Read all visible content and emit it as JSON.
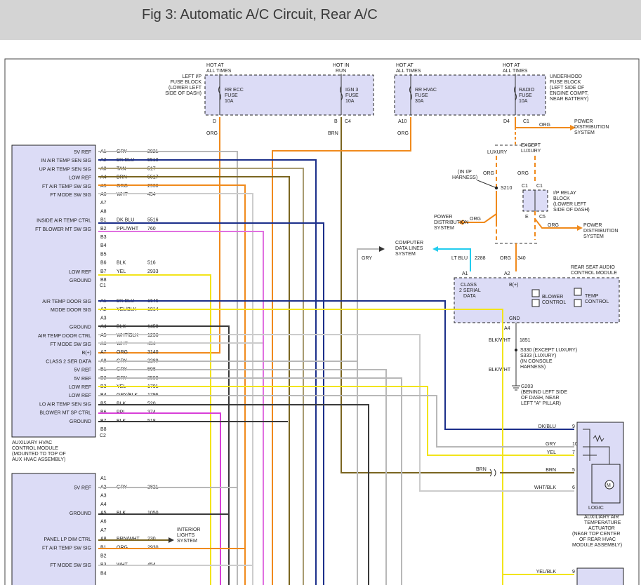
{
  "title": "Fig 3: Automatic A/C Circuit, Rear A/C",
  "colors": {
    "gry": "#b8b8b8",
    "dkblu": "#1c2f8a",
    "tan": "#a89a70",
    "brn": "#7a6520",
    "org": "#f08a1c",
    "wht": "#cccccc",
    "ppl": "#d83fd8",
    "pplwht": "#e070e0",
    "blk": "#3a3a3a",
    "yel": "#f2e41a",
    "ltblu": "#22ccee",
    "module": "#dcdcf6"
  },
  "fuse_blocks": {
    "left": {
      "label": [
        "LEFT I/P",
        "FUSE BLOCK",
        "(LOWER LEFT",
        "SIDE OF DASH)"
      ],
      "fuses": [
        {
          "hot": [
            "HOT AT",
            "ALL TIMES"
          ],
          "name": [
            "RR ECC",
            "FUSE",
            "10A"
          ],
          "term": "D"
        },
        {
          "hot": [
            "HOT IN",
            "RUN"
          ],
          "name": [
            "IGN 3",
            "FUSE",
            "10A"
          ],
          "term": "B",
          "conn": "C4"
        }
      ]
    },
    "right": {
      "label": [
        "UNDERHOOD",
        "FUSE BLOCK",
        "(LEFT SIDE OF",
        "ENGINE COMPT,",
        "NEAR BATTERY)"
      ],
      "fuses": [
        {
          "hot": [
            "HOT AT",
            "ALL TIMES"
          ],
          "name": [
            "RR HVAC",
            "FUSE",
            "30A"
          ],
          "term": "A10"
        },
        {
          "hot": [
            "HOT AT",
            "ALL TIMES"
          ],
          "name": [
            "RADIO",
            "FUSE",
            "10A"
          ],
          "term": "D4",
          "conn": "C1"
        }
      ]
    }
  },
  "module1": {
    "label": [
      "AUXILIARY HVAC",
      "CONTROL MODULE",
      "(MOUNTED TO TOP OF",
      "AUX HVAC ASSEMBLY)"
    ],
    "c1": "C1",
    "c2": "C2",
    "pins": [
      {
        "label": "5V REF",
        "pin": "A1",
        "color": "GRY",
        "circuit": "2821"
      },
      {
        "label": "IN AIR TEMP SEN SIG",
        "pin": "A2",
        "color": "DK BLU",
        "circuit": "5518"
      },
      {
        "label": "UP AIR TEMP SEN SIG",
        "pin": "A3",
        "color": "TAN",
        "circuit": "517"
      },
      {
        "label": "LOW REF",
        "pin": "A4",
        "color": "BRN",
        "circuit": "5517"
      },
      {
        "label": "FT AIR TEMP SW SIG",
        "pin": "A5",
        "color": "ORG",
        "circuit": "2930"
      },
      {
        "label": "FT MODE SW SIG",
        "pin": "A6",
        "color": "WHT",
        "circuit": "454"
      },
      {
        "label": "",
        "pin": "A7",
        "color": "",
        "circuit": ""
      },
      {
        "label": "",
        "pin": "A8",
        "color": "",
        "circuit": ""
      },
      {
        "label": "INSIDE AIR TEMP CTRL",
        "pin": "B1",
        "color": "DK BLU",
        "circuit": "5516"
      },
      {
        "label": "FT BLOWER MT SW SIG",
        "pin": "B2",
        "color": "PPL/WHT",
        "circuit": "760"
      },
      {
        "label": "",
        "pin": "B3",
        "color": "",
        "circuit": ""
      },
      {
        "label": "",
        "pin": "B4",
        "color": "",
        "circuit": ""
      },
      {
        "label": "",
        "pin": "B5",
        "color": "",
        "circuit": ""
      },
      {
        "label": "",
        "pin": "B6",
        "color": "BLK",
        "circuit": "516"
      },
      {
        "label": "LOW REF",
        "pin": "B7",
        "color": "YEL",
        "circuit": "2933"
      },
      {
        "label": "GROUND",
        "pin": "B8",
        "color": "",
        "circuit": ""
      },
      {
        "label": "AIR TEMP DOOR SIG",
        "pin": "A1",
        "color": "DK BLU",
        "circuit": "1646"
      },
      {
        "label": "MODE DOOR SIG",
        "pin": "A2",
        "color": "YEL/BLK",
        "circuit": "1814"
      },
      {
        "label": "",
        "pin": "A3",
        "color": "",
        "circuit": ""
      },
      {
        "label": "GROUND",
        "pin": "A4",
        "color": "BLK",
        "circuit": "1450"
      },
      {
        "label": "AIR TEMP DOOR CTRL",
        "pin": "A5",
        "color": "WHT/BLK",
        "circuit": "1236"
      },
      {
        "label": "FT MODE SW SIG",
        "pin": "A6",
        "color": "WHT",
        "circuit": "454"
      },
      {
        "label": "B(+)",
        "pin": "A7",
        "color": "ORG",
        "circuit": "3140"
      },
      {
        "label": "CLASS 2 SER DATA",
        "pin": "A8",
        "color": "GRY",
        "circuit": "2289"
      },
      {
        "label": "5V REF",
        "pin": "B1",
        "color": "GRY",
        "circuit": "598"
      },
      {
        "label": "5V REF",
        "pin": "B2",
        "color": "GRY",
        "circuit": "2599"
      },
      {
        "label": "LOW REF",
        "pin": "B3",
        "color": "YEL",
        "circuit": "1791"
      },
      {
        "label": "LOW REF",
        "pin": "B4",
        "color": "GRY/BLK",
        "circuit": "1796"
      },
      {
        "label": "LO AIR TEMP SEN SIG",
        "pin": "B5",
        "color": "BLK",
        "circuit": "520"
      },
      {
        "label": "BLOWER MT SP CTRL",
        "pin": "B6",
        "color": "PPL",
        "circuit": "374"
      },
      {
        "label": "GROUND",
        "pin": "B7",
        "color": "BLK",
        "circuit": "518"
      },
      {
        "label": "",
        "pin": "B8",
        "color": "",
        "circuit": ""
      }
    ]
  },
  "module2": {
    "pins": [
      {
        "label": "",
        "pin": "A1",
        "color": "",
        "circuit": ""
      },
      {
        "label": "5V REF",
        "pin": "A2",
        "color": "GRY",
        "circuit": "2821"
      },
      {
        "label": "",
        "pin": "A3",
        "color": "",
        "circuit": ""
      },
      {
        "label": "",
        "pin": "A4",
        "color": "",
        "circuit": ""
      },
      {
        "label": "GROUND",
        "pin": "A5",
        "color": "BLK",
        "circuit": "1050"
      },
      {
        "label": "",
        "pin": "A6",
        "color": "",
        "circuit": ""
      },
      {
        "label": "",
        "pin": "A7",
        "color": "",
        "circuit": ""
      },
      {
        "label": "PANEL LP DIM CTRL",
        "pin": "A8",
        "color": "BRN/WHT",
        "circuit": "230"
      },
      {
        "label": "FT AIR TEMP SW SIG",
        "pin": "B1",
        "color": "ORG",
        "circuit": "2930"
      },
      {
        "label": "",
        "pin": "B2",
        "color": "",
        "circuit": ""
      },
      {
        "label": "FT MODE SW SIG",
        "pin": "B3",
        "color": "WHT",
        "circuit": "454"
      },
      {
        "label": "",
        "pin": "B4",
        "color": "",
        "circuit": ""
      }
    ],
    "interior_lights": [
      "INTERIOR",
      "LIGHTS",
      "SYSTEM"
    ]
  },
  "labels": {
    "org": "ORG",
    "brn": "BRN",
    "gry": "GRY",
    "ltblu": "LT BLU",
    "luxury": "LUXURY",
    "except_luxury": [
      "EXCEPT",
      "LUXURY"
    ],
    "in_ip_harness": [
      "(IN I/P",
      "HARNESS)"
    ],
    "s210": "S210",
    "power_dist": [
      "POWER",
      "DISTRIBUTION",
      "SYSTEM"
    ],
    "computer_data": [
      "COMPUTER",
      "DATA LINES",
      "SYSTEM"
    ],
    "relay": [
      "I/P RELAY",
      "BLOCK",
      "(LOWER LEFT",
      "SIDE OF DASH)"
    ],
    "relay_c1": "C1",
    "relay_c5": "C5",
    "relay_e": "E",
    "c2288": "2288",
    "c340": "340"
  },
  "rear_audio": {
    "label": [
      "REAR SEAT AUDIO",
      "CONTROL MODULE"
    ],
    "class2": [
      "CLASS",
      "2 SERIAL",
      "DATA"
    ],
    "bplus": "B(+)",
    "blower": [
      "BLOWER",
      "CONTROL"
    ],
    "temp": [
      "TEMP",
      "CONTROL"
    ],
    "pin_a1": "A1",
    "pin_a2": "A2",
    "gnd": "GND",
    "pin_a4": "A4",
    "ground_wire": "BLK/WHT",
    "ground_circuit": "1851",
    "splice": [
      "S330  (EXCEPT LUXURY)",
      "S333  (LUXURY)",
      "(IN CONSOLE",
      "HARNESS)"
    ],
    "g203": [
      "G203",
      "(BENIND LEFT SIDE",
      "OF DASH, NEAR",
      "LEFT \"A\" PILLAR)"
    ]
  },
  "actuator": {
    "label": [
      "AUXILIARY AIR",
      "TEMPERATURE",
      "ACTUATOR",
      "(NEAR TOP CENTER",
      "OF REAR HVAC",
      "MODULE ASSEMBLY)"
    ],
    "logic": "LOGIC",
    "wires": [
      {
        "color": "DK/BLU",
        "pin": "9"
      },
      {
        "color": "GRY",
        "pin": "10"
      },
      {
        "color": "YEL",
        "pin": "7"
      },
      {
        "color": "BRN",
        "pin": "5"
      },
      {
        "color": "WHT/BLK",
        "pin": "6"
      }
    ],
    "bottom_wire": {
      "color": "YEL/BLK",
      "pin": "9"
    }
  }
}
